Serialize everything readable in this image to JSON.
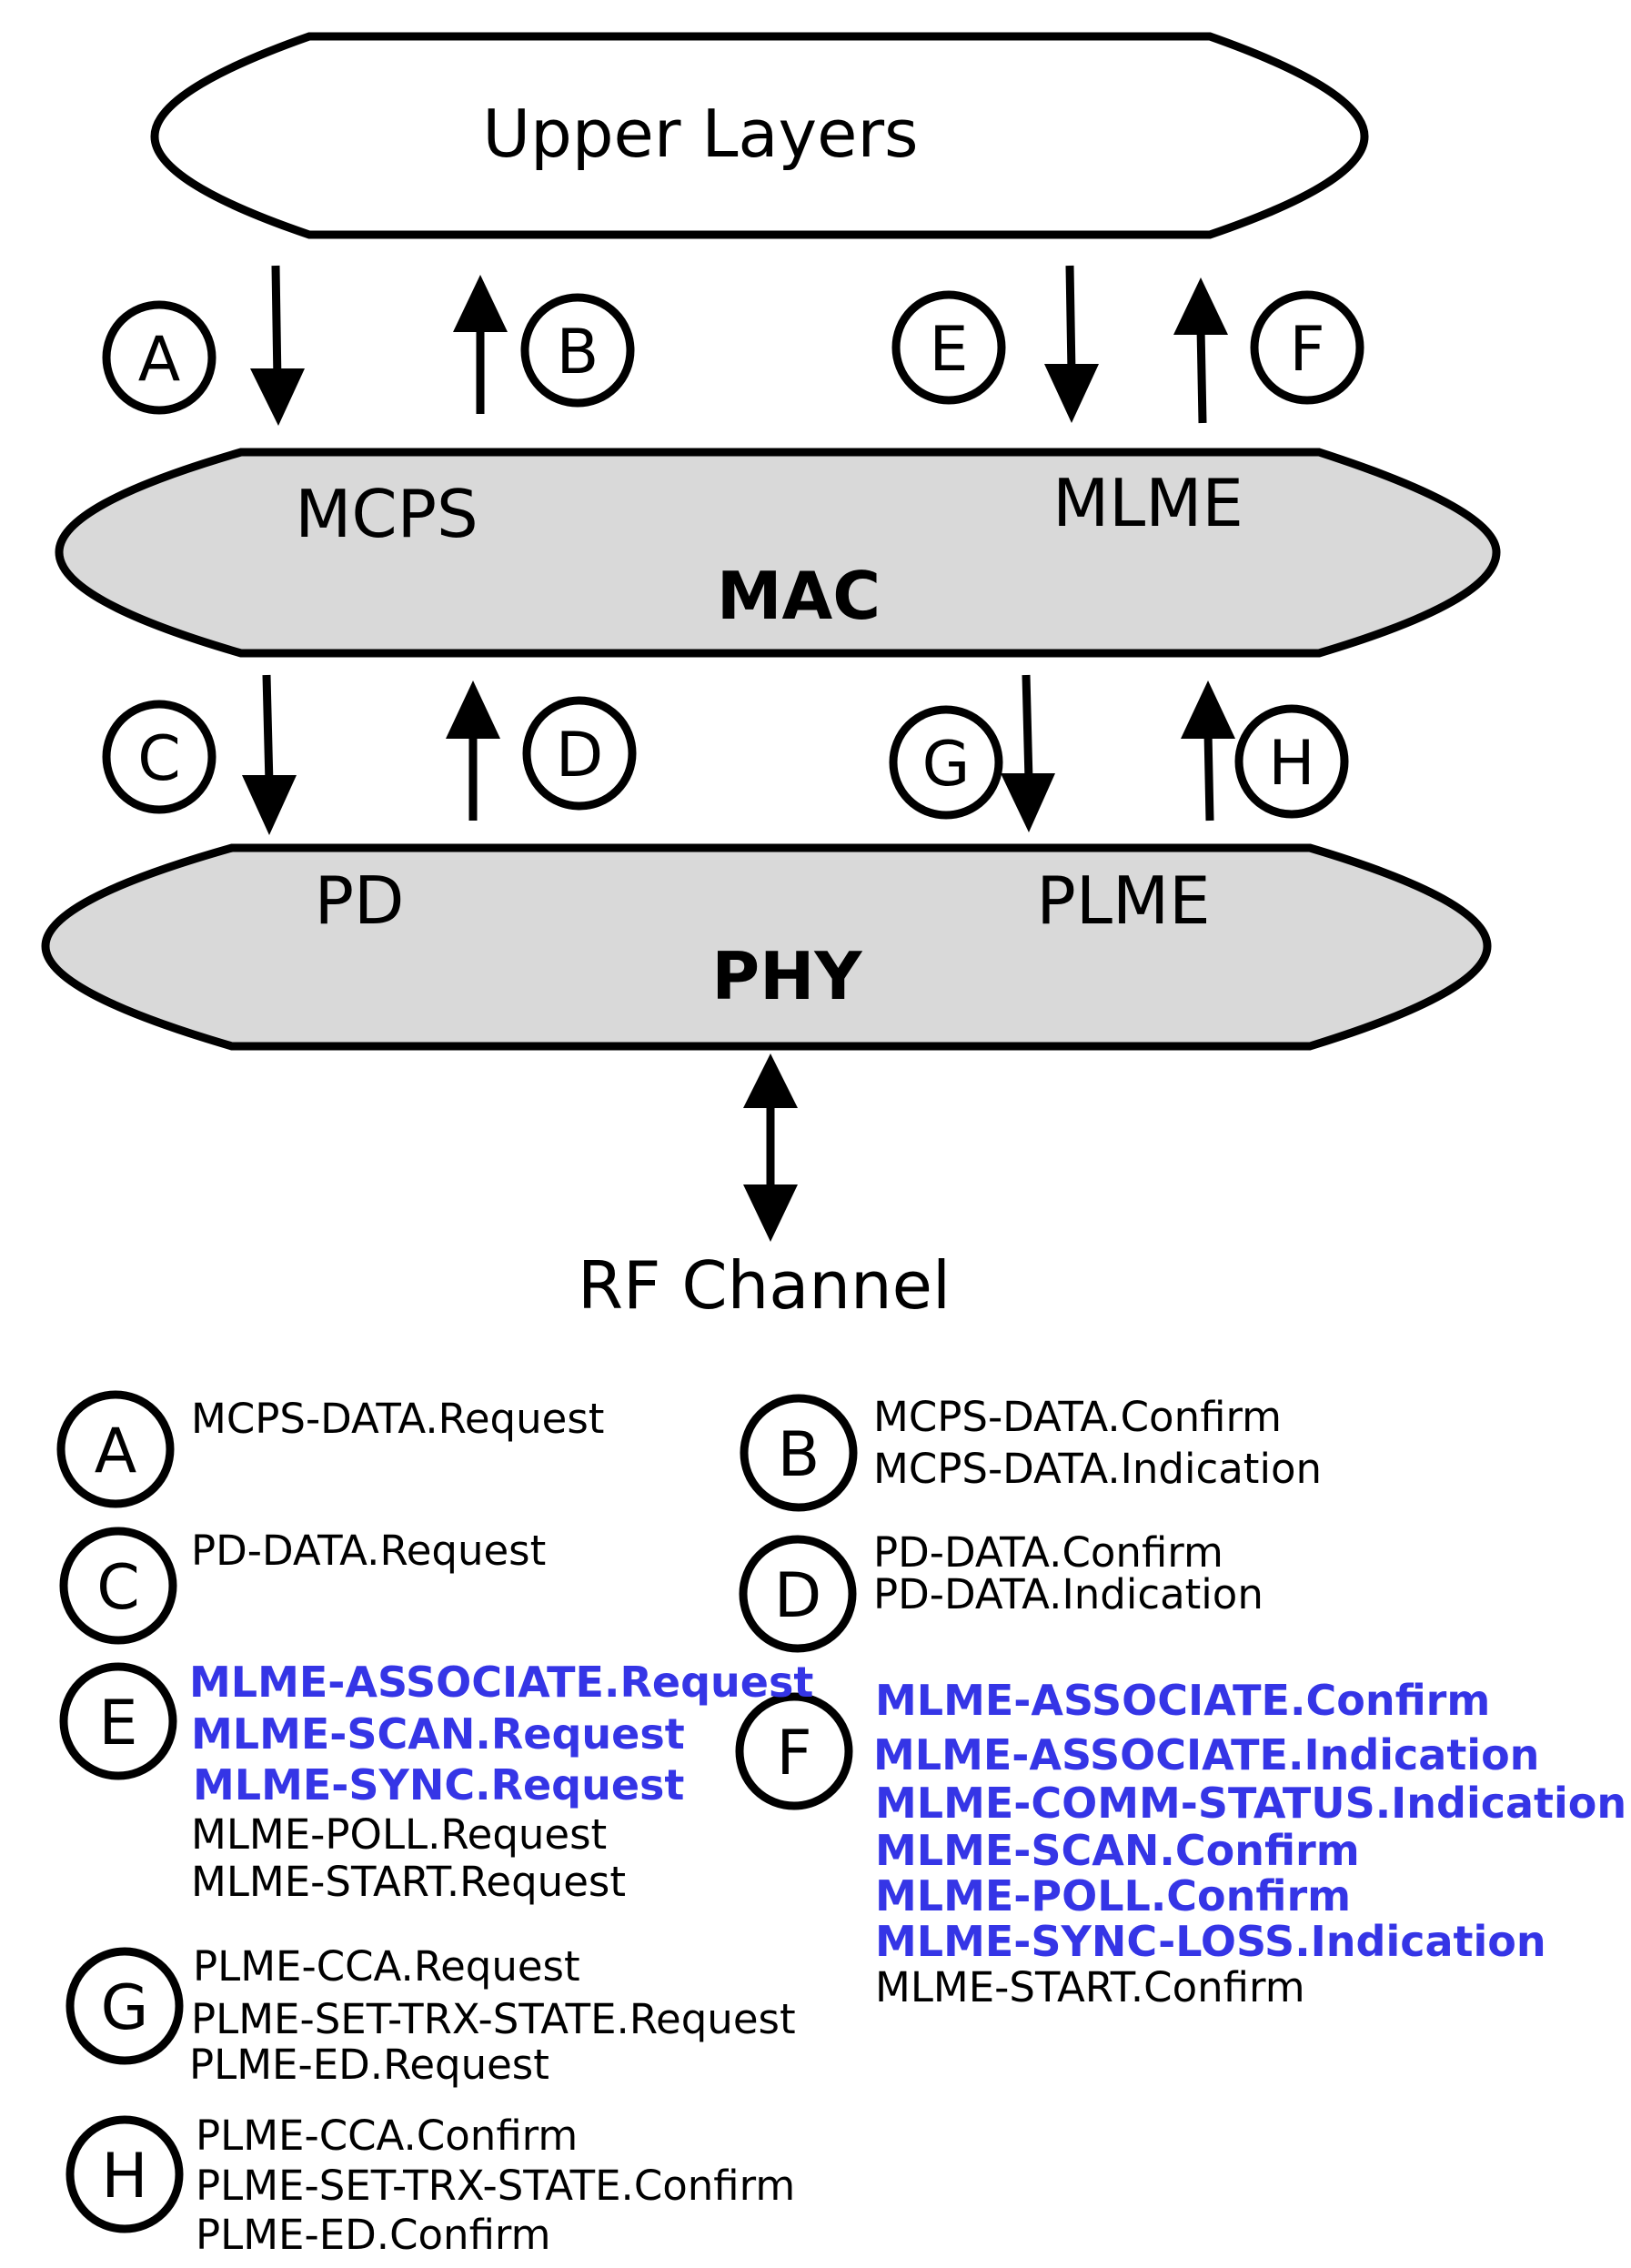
{
  "layers": {
    "upper": "Upper Layers",
    "mac": {
      "title": "MAC",
      "left_sap": "MCPS",
      "right_sap": "MLME"
    },
    "phy": {
      "title": "PHY",
      "left_sap": "PD",
      "right_sap": "PLME"
    },
    "rf": "RF Channel"
  },
  "markers": {
    "A": "A",
    "B": "B",
    "C": "C",
    "D": "D",
    "E": "E",
    "F": "F",
    "G": "G",
    "H": "H"
  },
  "colors": {
    "highlight": "#3535e6",
    "layer_fill": "#d9d9d9",
    "stroke": "#000000"
  },
  "legend": {
    "A": [
      "MCPS-DATA.Request"
    ],
    "B": [
      "MCPS-DATA.Confirm",
      "MCPS-DATA.Indication"
    ],
    "C": [
      "PD-DATA.Request"
    ],
    "D": [
      "PD-DATA.Confirm",
      "PD-DATA.Indication"
    ],
    "E": {
      "highlighted": [
        "MLME-ASSOCIATE.Request",
        "MLME-SCAN.Request",
        "MLME-SYNC.Request"
      ],
      "normal": [
        "MLME-POLL.Request",
        "MLME-START.Request"
      ]
    },
    "F": {
      "highlighted": [
        "MLME-ASSOCIATE.Confirm",
        "MLME-ASSOCIATE.Indication",
        "MLME-COMM-STATUS.Indication",
        "MLME-SCAN.Confirm",
        "MLME-POLL.Confirm",
        "MLME-SYNC-LOSS.Indication"
      ],
      "normal": [
        "MLME-START.Confirm"
      ]
    },
    "G": [
      "PLME-CCA.Request",
      "PLME-SET-TRX-STATE.Request",
      "PLME-ED.Request"
    ],
    "H": [
      "PLME-CCA.Confirm",
      "PLME-SET-TRX-STATE.Confirm",
      "PLME-ED.Confirm"
    ]
  }
}
